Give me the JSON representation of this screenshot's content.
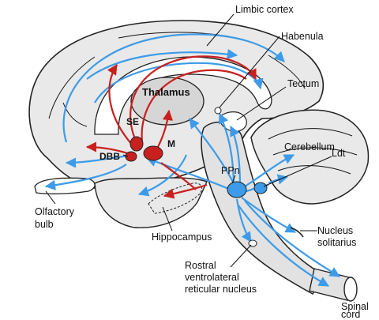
{
  "labels": {
    "limbic_cortex": "Limbic cortex",
    "habenula": "Habenula",
    "tectum": "Tectum",
    "thalamus": "Thalamus",
    "se": "SE",
    "m": "M",
    "dbb": "DBB",
    "cerebellum": "Cerebellum",
    "ldt": "Ldt",
    "ppn": "PPn",
    "olfactory_line1": "Olfactory",
    "olfactory_line2": "bulb",
    "hippocampus": "Hippocampus",
    "nucleus_line1": "Nucleus",
    "nucleus_line2": "solitarius",
    "rostral_line1": "Rostral",
    "rostral_line2": "ventrolateral",
    "rostral_line3": "reticular nucleus",
    "spinal_line1": "Spinal",
    "spinal_line2": "cord"
  },
  "colors": {
    "cholinergic_blue": "#3d9be9",
    "basal_forebrain_red": "#c8201f",
    "brain_fill": "#e9e9e9",
    "outline": "#222222"
  }
}
